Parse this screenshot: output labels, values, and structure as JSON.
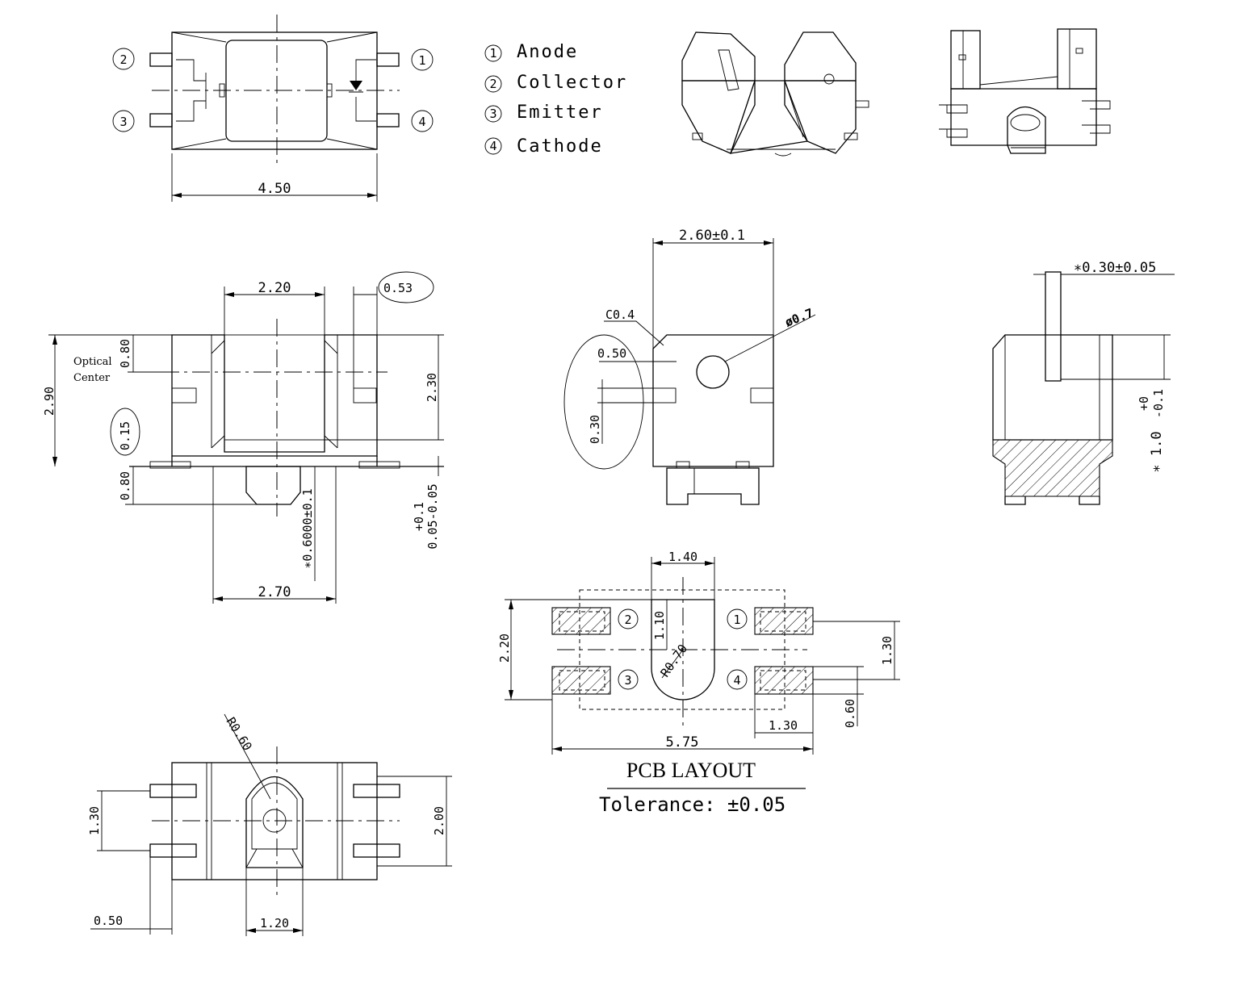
{
  "pin_legend": [
    {
      "num": "1",
      "name": "Anode"
    },
    {
      "num": "2",
      "name": "Collector"
    },
    {
      "num": "3",
      "name": "Emitter"
    },
    {
      "num": "4",
      "name": "Cathode"
    }
  ],
  "top_view": {
    "pins": [
      "2",
      "1",
      "3",
      "4"
    ],
    "width": "4.50"
  },
  "front_view": {
    "slot_width": "2.20",
    "wall": "0.53",
    "optical_center_line1": "Optical",
    "optical_center_line2": "Center",
    "oc_height": "0.80",
    "total_height": "2.90",
    "slot_depth": "2.30",
    "foot_gap": "0.15",
    "bottom": "0.80",
    "lens": "∗0.6000±0.1",
    "tol_plus": "+0.1",
    "tol_minus": "0.05-0.05",
    "base_width": "2.70"
  },
  "side_view": {
    "width": "2.60±0.1",
    "chamfer": "C0.4",
    "hole": "ø0.7",
    "offset": "0.50",
    "slot": "0.30"
  },
  "end_view": {
    "aperture": "∗0.30±0.05",
    "tol_plus": "+0",
    "tol_minus": "-0.1",
    "height": "∗ 1.0"
  },
  "bottom_view": {
    "radius": "R0.60",
    "pitch": "1.30",
    "height": "2.00",
    "lead": "0.50",
    "lens_width": "1.20"
  },
  "pcb": {
    "slot_width": "1.40",
    "slot_depth": "1.10",
    "radius": "R0.70",
    "height": "2.20",
    "pitch": "1.30",
    "pad_len": "1.30",
    "pad_w": "0.60",
    "width": "5.75",
    "pins": [
      "2",
      "1",
      "3",
      "4"
    ],
    "title": "PCB LAYOUT",
    "tolerance": "Tolerance: ±0.05"
  }
}
